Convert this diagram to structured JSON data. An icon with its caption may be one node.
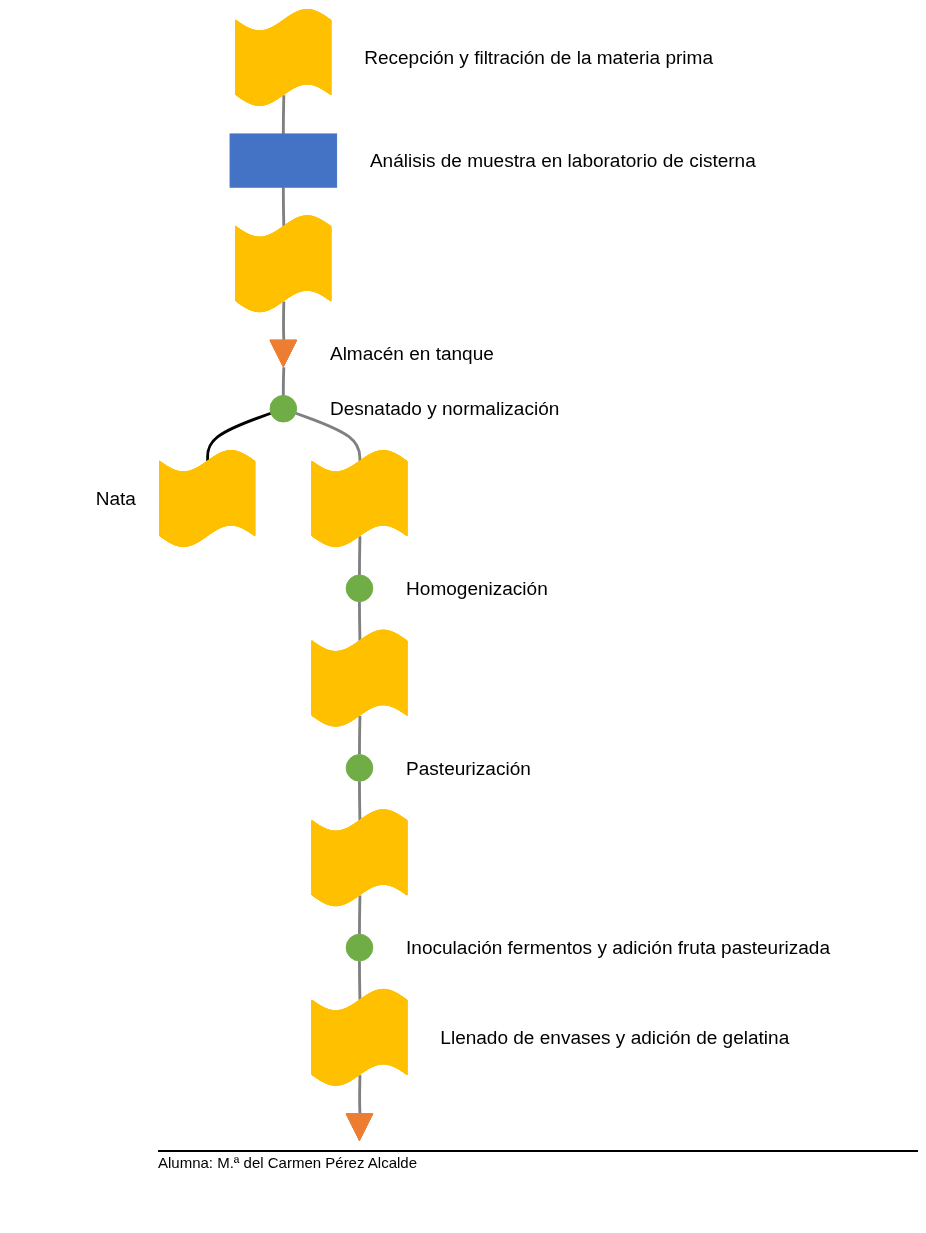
{
  "diagram": {
    "nodes": [
      {
        "text": [],
        "shape": "arrow",
        "beside": [
          "Recepción y filtración de la materia prima"
        ]
      },
      {
        "text": [],
        "shape": "box",
        "beside": [
          "Análisis de muestra en laboratorio de cisterna"
        ]
      },
      {
        "text": [],
        "shape": "arrow"
      },
      {
        "text": [],
        "shape": "triangle",
        "beside": [
          "Almacén en tanque"
        ]
      },
      {
        "text": [],
        "shape": "circle",
        "beside": [
          "Desnatado y normalización"
        ]
      },
      {
        "text": [],
        "shape": "arrow",
        "beside": [
          "Nata"
        ]
      },
      {
        "text": [],
        "shape": "arrow"
      },
      {
        "text": [],
        "shape": "circle",
        "beside": [
          "Homogenización"
        ]
      },
      {
        "text": [],
        "shape": "arrow"
      },
      {
        "text": [],
        "shape": "circle",
        "beside": [
          "Pasteurización"
        ]
      },
      {
        "text": [],
        "shape": "arrow"
      },
      {
        "text": [],
        "shape": "circle",
        "beside": [
          "Inoculación fermentos y adición fruta pasteurizada"
        ]
      },
      {
        "text": [],
        "shape": "arrow",
        "beside": [
          "Llenado de envases y adición de gelatina"
        ]
      },
      {
        "text": [],
        "shape": "triangle"
      }
    ],
    "edges": [
      {
        "from": 0,
        "to": 1,
        "arrow": "none"
      },
      {
        "from": 1,
        "to": 2,
        "arrow": "none"
      },
      {
        "from": 2,
        "to": 3,
        "arrow": "none"
      },
      {
        "from": 3,
        "to": 4,
        "arrow": "none"
      },
      {
        "from": 4,
        "to": 5,
        "arrow": "none",
        "color": "#000000"
      },
      {
        "from": 4,
        "to": 6,
        "arrow": "none"
      },
      {
        "from": 6,
        "to": 7,
        "arrow": "none"
      },
      {
        "from": 7,
        "to": 8,
        "arrow": "none"
      },
      {
        "from": 8,
        "to": 9,
        "arrow": "none"
      },
      {
        "from": 9,
        "to": 10,
        "arrow": "none"
      },
      {
        "from": 10,
        "to": 11,
        "arrow": "none"
      },
      {
        "from": 11,
        "to": 12,
        "arrow": "none"
      },
      {
        "from": 12,
        "to": 13,
        "arrow": "none"
      }
    ],
    "labels": [
      "Alumna: M.ª del Carmen Pérez Alcalde"
    ]
  }
}
